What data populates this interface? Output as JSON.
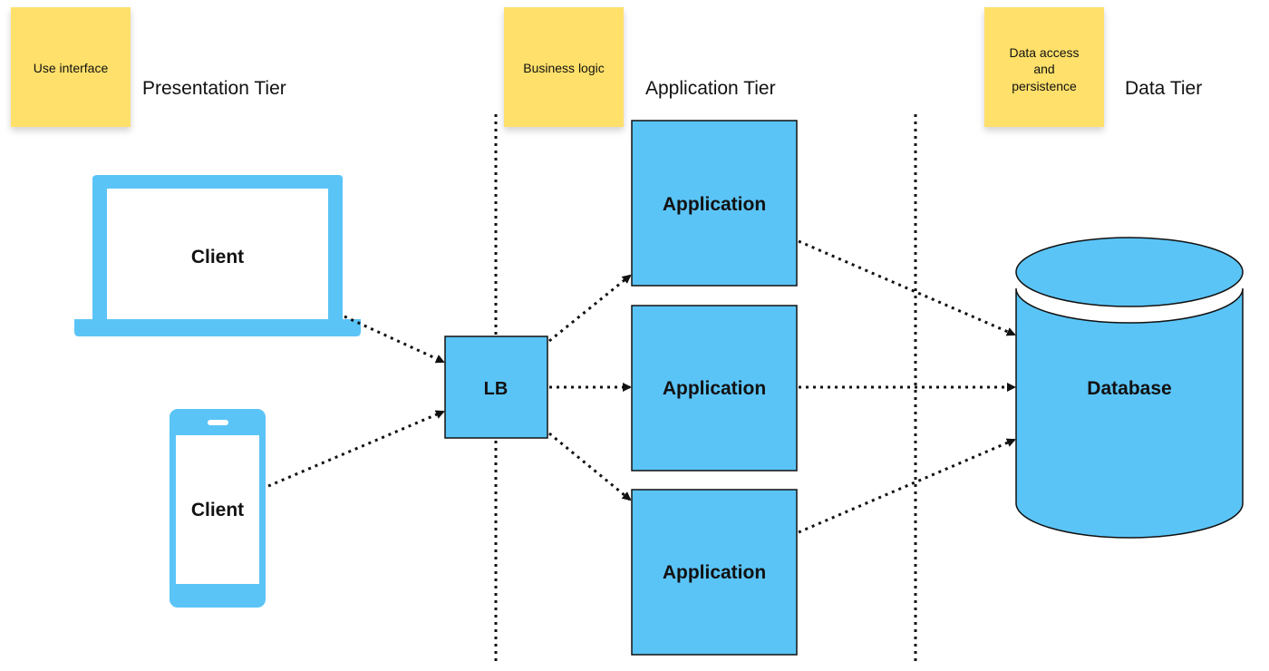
{
  "colors": {
    "sticky_note": "#FFE06B",
    "node_fill": "#5BC4F6",
    "stroke": "#111111",
    "background": "#FFFFFF"
  },
  "notes": {
    "presentation": "Use interface",
    "application": "Business logic",
    "data_line1": "Data access",
    "data_line2": "and",
    "data_line3": "persistence"
  },
  "tiers": {
    "presentation": "Presentation Tier",
    "application": "Application Tier",
    "data": "Data Tier"
  },
  "nodes": {
    "laptop_client": "Client",
    "phone_client": "Client",
    "load_balancer": "LB",
    "application_1": "Application",
    "application_2": "Application",
    "application_3": "Application",
    "database": "Database"
  },
  "icons": {
    "laptop": "laptop-icon",
    "phone": "phone-icon",
    "database": "database-icon"
  }
}
